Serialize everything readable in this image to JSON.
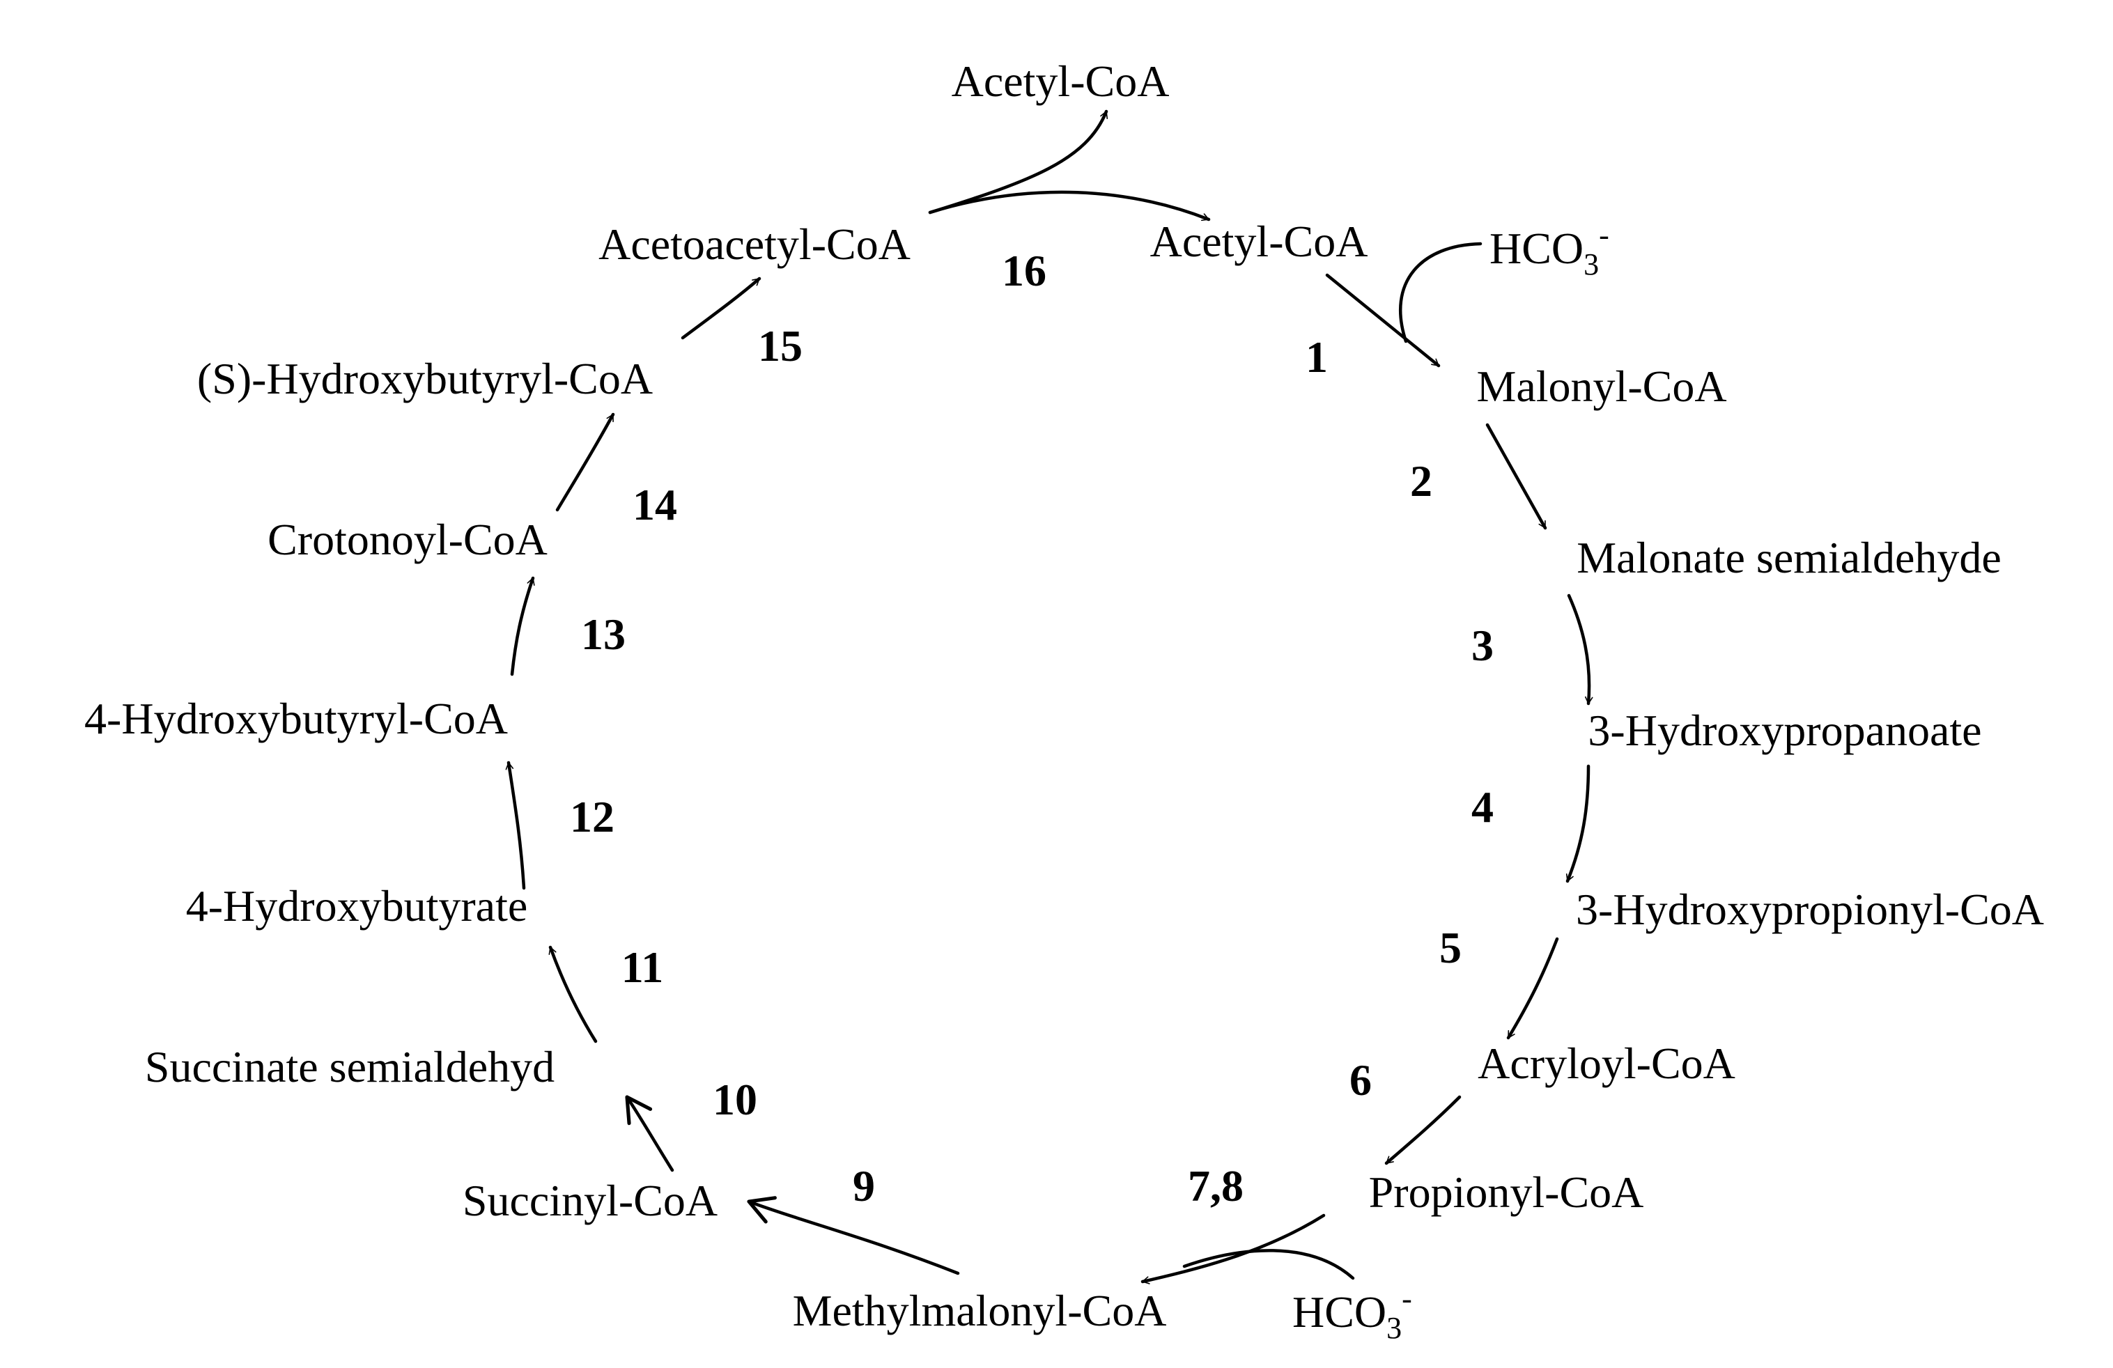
{
  "compounds": {
    "acetyl_coa_out": "Acetyl-CoA",
    "acetoacetyl_coa": "Acetoacetyl-CoA",
    "acetyl_coa": "Acetyl-CoA",
    "malonyl_coa": "Malonyl-CoA",
    "malonate_semialdehyde": "Malonate semialdehyde",
    "hydroxypropanoate": "3-Hydroxypropanoate",
    "hydroxypropionyl_coa": "3-Hydroxypropionyl-CoA",
    "acryloyl_coa": "Acryloyl-CoA",
    "propionyl_coa": "Propionyl-CoA",
    "methylmalonyl_coa": "Methylmalonyl-CoA",
    "succinyl_coa": "Succinyl-CoA",
    "succinate_semialdehyd": "Succinate semialdehyd",
    "hydroxybutyrate": "4-Hydroxybutyrate",
    "hydroxybutyryl_coa": "4-Hydroxybutyryl-CoA",
    "crotonoyl_coa": "Crotonoyl-CoA",
    "s_hydroxybutyryl_coa": "(S)-Hydroxybutyryl-CoA"
  },
  "bicarbonate": {
    "base": "HCO",
    "subscript": "3",
    "superscript": "-"
  },
  "steps": {
    "s1": "1",
    "s2": "2",
    "s3": "3",
    "s4": "4",
    "s5": "5",
    "s6": "6",
    "s78": "7,8",
    "s9": "9",
    "s10": "10",
    "s11": "11",
    "s12": "12",
    "s13": "13",
    "s14": "14",
    "s15": "15",
    "s16": "16"
  }
}
